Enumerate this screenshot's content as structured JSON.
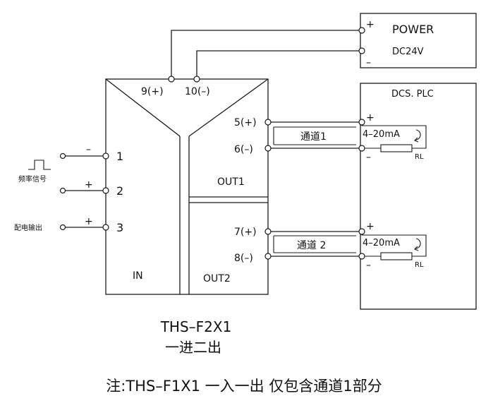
{
  "power": {
    "title": "POWER",
    "voltage": "DC24V",
    "plus": "+",
    "minus": "–"
  },
  "dcs": {
    "title": "DCS. PLC",
    "plus": "+",
    "minus": "–",
    "current_range": "4–20mA",
    "resistor_label": "RL"
  },
  "module": {
    "terminal_9": "9(+)",
    "terminal_10": "10(–)",
    "terminal_5": "5(+)",
    "terminal_6": "6(–)",
    "terminal_7": "7(+)",
    "terminal_8": "8(–)",
    "terminal_1": "1",
    "terminal_2": "2",
    "terminal_3": "3",
    "out1": "OUT1",
    "out2": "OUT2",
    "in": "IN"
  },
  "channels": {
    "ch1": "通道1",
    "ch2": "通道 2"
  },
  "inputs": {
    "freq_signal": "频率信号",
    "power_out": "配电输出",
    "minus": "–",
    "plus": "+"
  },
  "model": {
    "name": "THS–F2X1",
    "desc": "一进二出"
  },
  "note": "注:THS–F1X1 一入一出 仅包含通道1部分"
}
